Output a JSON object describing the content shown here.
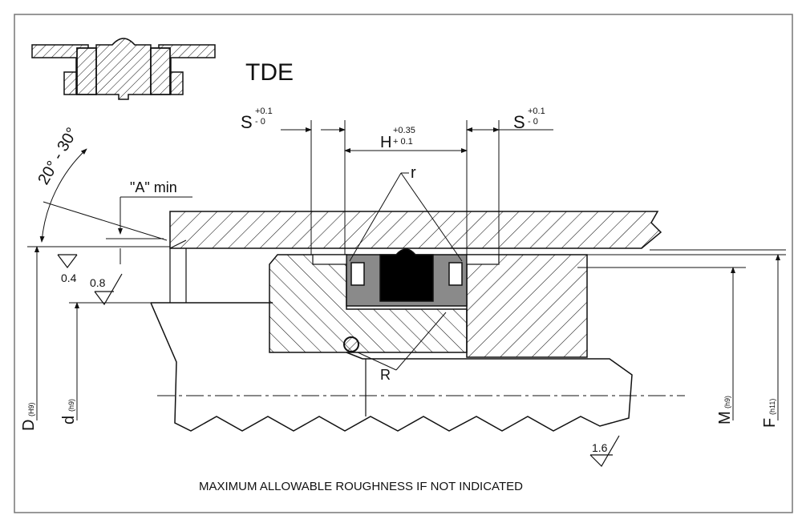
{
  "title": "TDE",
  "note": "MAXIMUM ALLOWABLE ROUGHNESS IF NOT INDICATED",
  "dimensions": {
    "S_left": {
      "symbol": "S",
      "tol_upper": "+0.1",
      "tol_lower": "- 0"
    },
    "S_right": {
      "symbol": "S",
      "tol_upper": "+0.1",
      "tol_lower": "- 0"
    },
    "H": {
      "symbol": "H",
      "tol_upper": "+0.35",
      "tol_lower": "+ 0.1"
    },
    "r": "r",
    "R": "R",
    "A_min": "\"A\" min",
    "angle": "20° - 30°",
    "D": {
      "symbol": "D",
      "fit": "(H9)"
    },
    "d": {
      "symbol": "d",
      "fit": "(h9)"
    },
    "M": {
      "symbol": "M",
      "fit": "(h9)"
    },
    "F": {
      "symbol": "F",
      "fit": "(h11)"
    }
  },
  "roughness": {
    "r1": "0.4",
    "r2": "0.8",
    "r3": "1.6"
  },
  "colors": {
    "line": "#111111",
    "seal_black": "#000000",
    "ring_grey": "#8a8a8a",
    "frame": "#777777"
  }
}
